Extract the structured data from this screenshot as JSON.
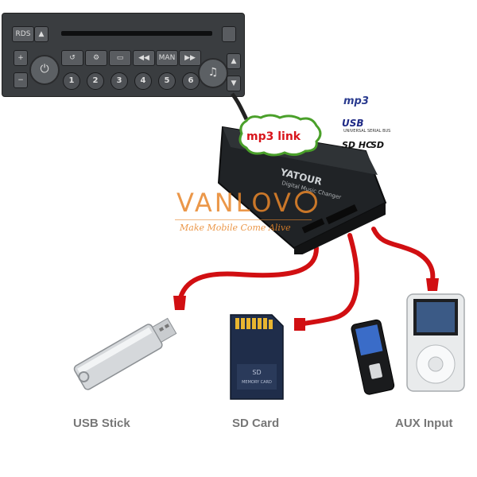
{
  "radio": {
    "top_buttons": [
      "RDS",
      "▲"
    ],
    "function_buttons": [
      "↺",
      "⚙",
      "▭",
      "◀◀",
      "MAN",
      "▶▶"
    ],
    "presets": [
      "1",
      "2",
      "3",
      "4",
      "5",
      "6"
    ],
    "left_controls": [
      "+",
      "−"
    ],
    "right_controls": [
      "▲",
      "▼"
    ],
    "knob_right_symbol": "♫"
  },
  "device": {
    "bubble_text": "mp3 link",
    "brand_text": "VANLOV",
    "slogan": "Make Mobile Come Alive",
    "face_label": "YATOUR",
    "face_sublabel": "Digital Music Changer"
  },
  "format_logos": {
    "mp3": "mp3",
    "usb": "USB",
    "usb_sub": "UNIVERSAL SERIAL BUS",
    "sdhc": "SD HC",
    "sd": "SD"
  },
  "sd_card": {
    "label_line1": "SD",
    "label_line2": "MEMORY CARD"
  },
  "captions": {
    "usb": "USB Stick",
    "sd": "SD Card",
    "aux": "AUX Input"
  },
  "colors": {
    "cable": "#d10f12",
    "brand": "#e8862a",
    "caption": "#777777"
  }
}
